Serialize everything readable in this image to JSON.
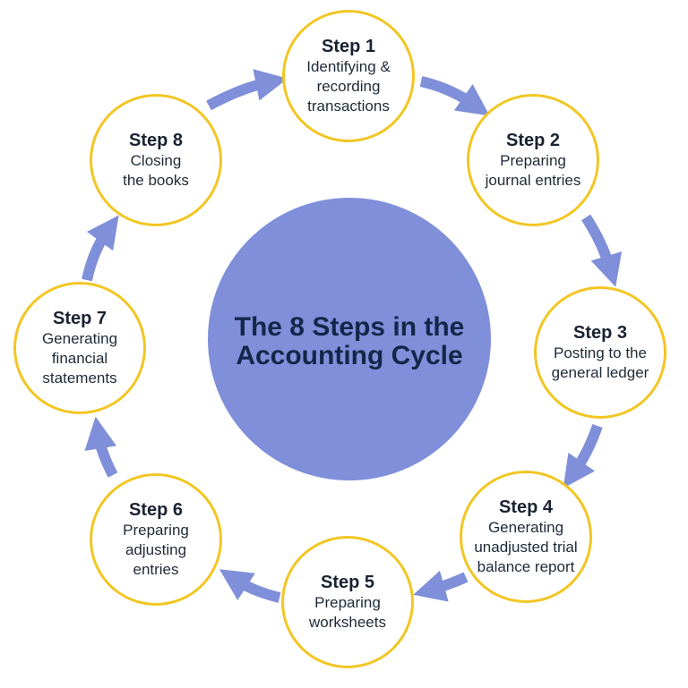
{
  "title": "The 8 Steps in the Accounting Cycle",
  "colors": {
    "center_fill": "#7f8fd9",
    "title_text": "#12284a",
    "circle_border": "#f2c623",
    "arrow": "#7f8fd9"
  },
  "steps": [
    {
      "label": "Step 1",
      "text": "Identifying &\nrecording\ntransactions"
    },
    {
      "label": "Step 2",
      "text": "Preparing\njournal entries"
    },
    {
      "label": "Step 3",
      "text": "Posting to the\ngeneral ledger"
    },
    {
      "label": "Step 4",
      "text": "Generating\nunadjusted trial\nbalance report"
    },
    {
      "label": "Step 5",
      "text": "Preparing\nworksheets"
    },
    {
      "label": "Step 6",
      "text": "Preparing\nadjusting\nentries"
    },
    {
      "label": "Step 7",
      "text": "Generating\nfinancial\nstatements"
    },
    {
      "label": "Step 8",
      "text": "Closing\nthe books"
    }
  ]
}
